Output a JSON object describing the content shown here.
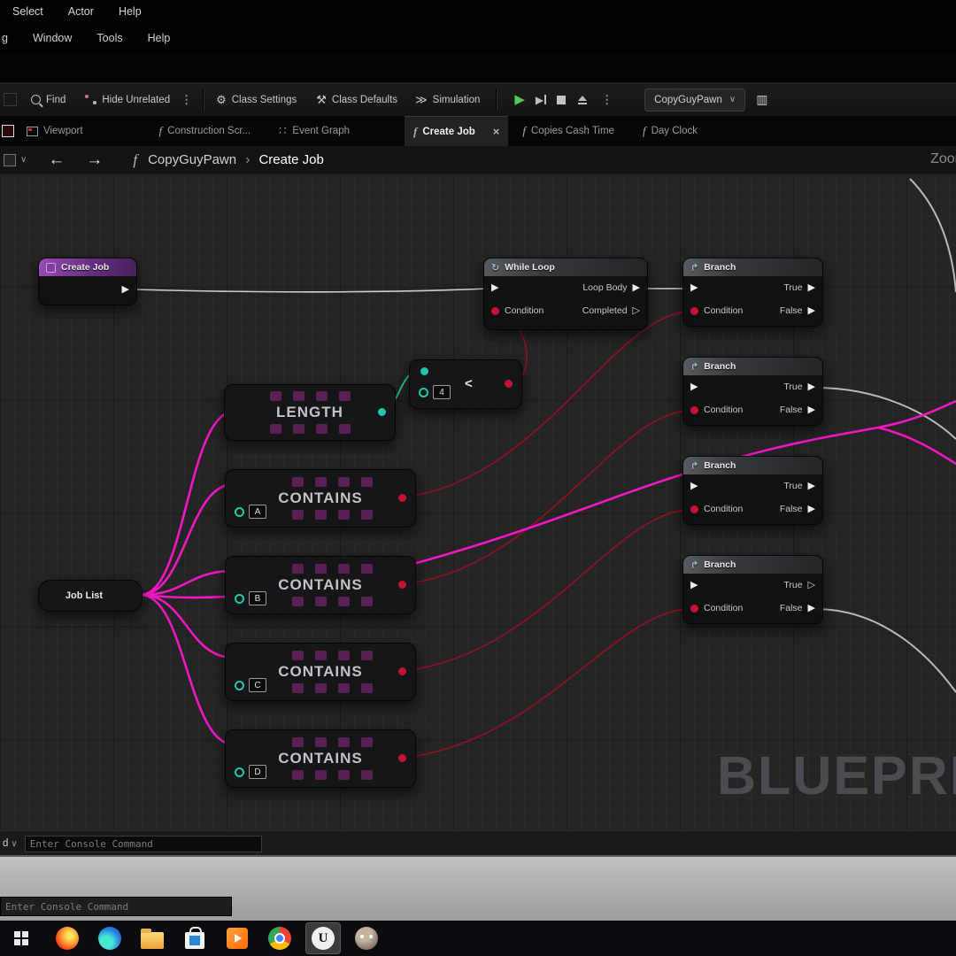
{
  "menus": {
    "row1": [
      "Select",
      "Actor",
      "Help"
    ],
    "row2": [
      "g",
      "Window",
      "Tools",
      "Help"
    ]
  },
  "toolbar": {
    "find": "Find",
    "hide_unrelated": "Hide Unrelated",
    "class_settings": "Class Settings",
    "class_defaults": "Class Defaults",
    "simulation": "Simulation",
    "debug_target": "CopyGuyPawn"
  },
  "tabs": [
    {
      "label": "Viewport"
    },
    {
      "label": "Construction Scr..."
    },
    {
      "label": "Event Graph"
    },
    {
      "label": "Create Job"
    },
    {
      "label": "Copies Cash Time"
    },
    {
      "label": "Day Clock"
    }
  ],
  "breadcrumb": {
    "parent": "CopyGuyPawn",
    "current": "Create Job",
    "zoom_label": "Zoom"
  },
  "graph": {
    "watermark": "BLUEPRINT",
    "create_job": {
      "title": "Create Job"
    },
    "while_loop": {
      "title": "While Loop",
      "loop_body": "Loop Body",
      "condition": "Condition",
      "completed": "Completed"
    },
    "branch": {
      "title": "Branch",
      "true_label": "True",
      "condition_label": "Condition",
      "false_label": "False"
    },
    "length_node": {
      "title": "LENGTH"
    },
    "compare_node": {
      "operator": "<",
      "value": "4"
    },
    "contains": {
      "title": "CONTAINS",
      "inputs": [
        "A",
        "B",
        "C",
        "D"
      ]
    },
    "job_list": {
      "title": "Job List"
    }
  },
  "console": {
    "dropdown_suffix": "d",
    "placeholder": "Enter Console Command"
  },
  "console_secondary": {
    "placeholder": "Enter Console Command"
  },
  "icons": {
    "exec_filled": "▶",
    "exec_hollow": "▷",
    "close": "×",
    "chevron_down": "∨",
    "more_dots": "⋮",
    "gear": "⚙",
    "wrench": "⚒",
    "simulate": "≫",
    "fn": "f",
    "grid_dots": "∷",
    "loop": "↻",
    "branch": "↱",
    "back_arrow": "←",
    "forward_arrow": "→",
    "chevron_right": "›",
    "object_browser": "▥",
    "unreal_logo": "U"
  },
  "colors": {
    "magenta_wire": "#f217c3",
    "red_wire": "#8f101f",
    "exec_wire": "#d8d8d8",
    "teal": "#1fc8a8",
    "play_green": "#55cb55",
    "node_header_purple": "#8d41a6"
  }
}
